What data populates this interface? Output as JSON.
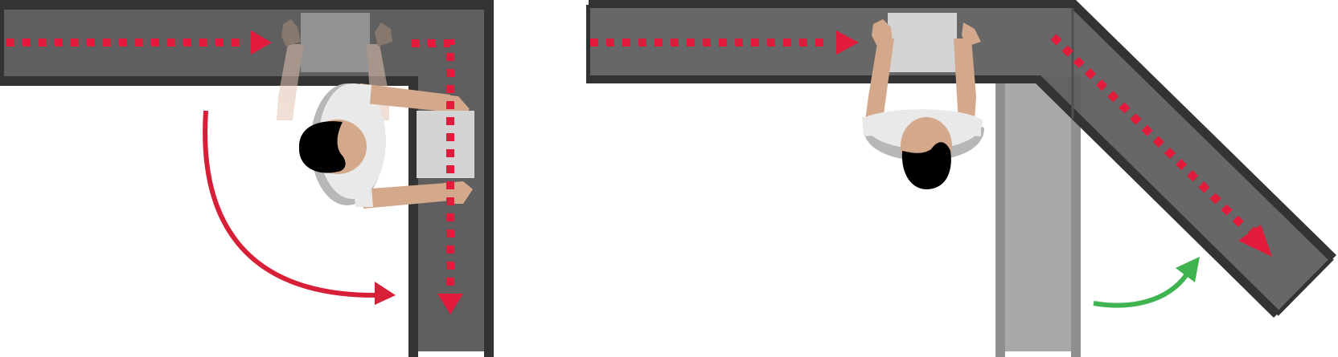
{
  "scenes": [
    {
      "id": "right-angle-conveyor",
      "operator_posture": "twisted-torso",
      "motion": "awkward-rotation"
    },
    {
      "id": "angled-conveyor",
      "operator_posture": "facing-forward",
      "motion": "easy-turn"
    }
  ],
  "colors": {
    "conveyor_belt": "#5f5f5f",
    "conveyor_rail": "#333333",
    "old_belt_ghost": "#a9a9a9",
    "flow_arrow": "#e21b3c",
    "bad_motion_arrow": "#d81f38",
    "good_motion_arrow": "#3fb34f",
    "box": "#d4d4d4",
    "skin": "#d4a88a",
    "shirt": "#e9e9e9",
    "shirt_shadow": "#b7b7b7",
    "hair": "#000000"
  },
  "icons": [
    "conveyor",
    "operator-topdown",
    "box",
    "flow-arrow",
    "rotation-arrow"
  ]
}
